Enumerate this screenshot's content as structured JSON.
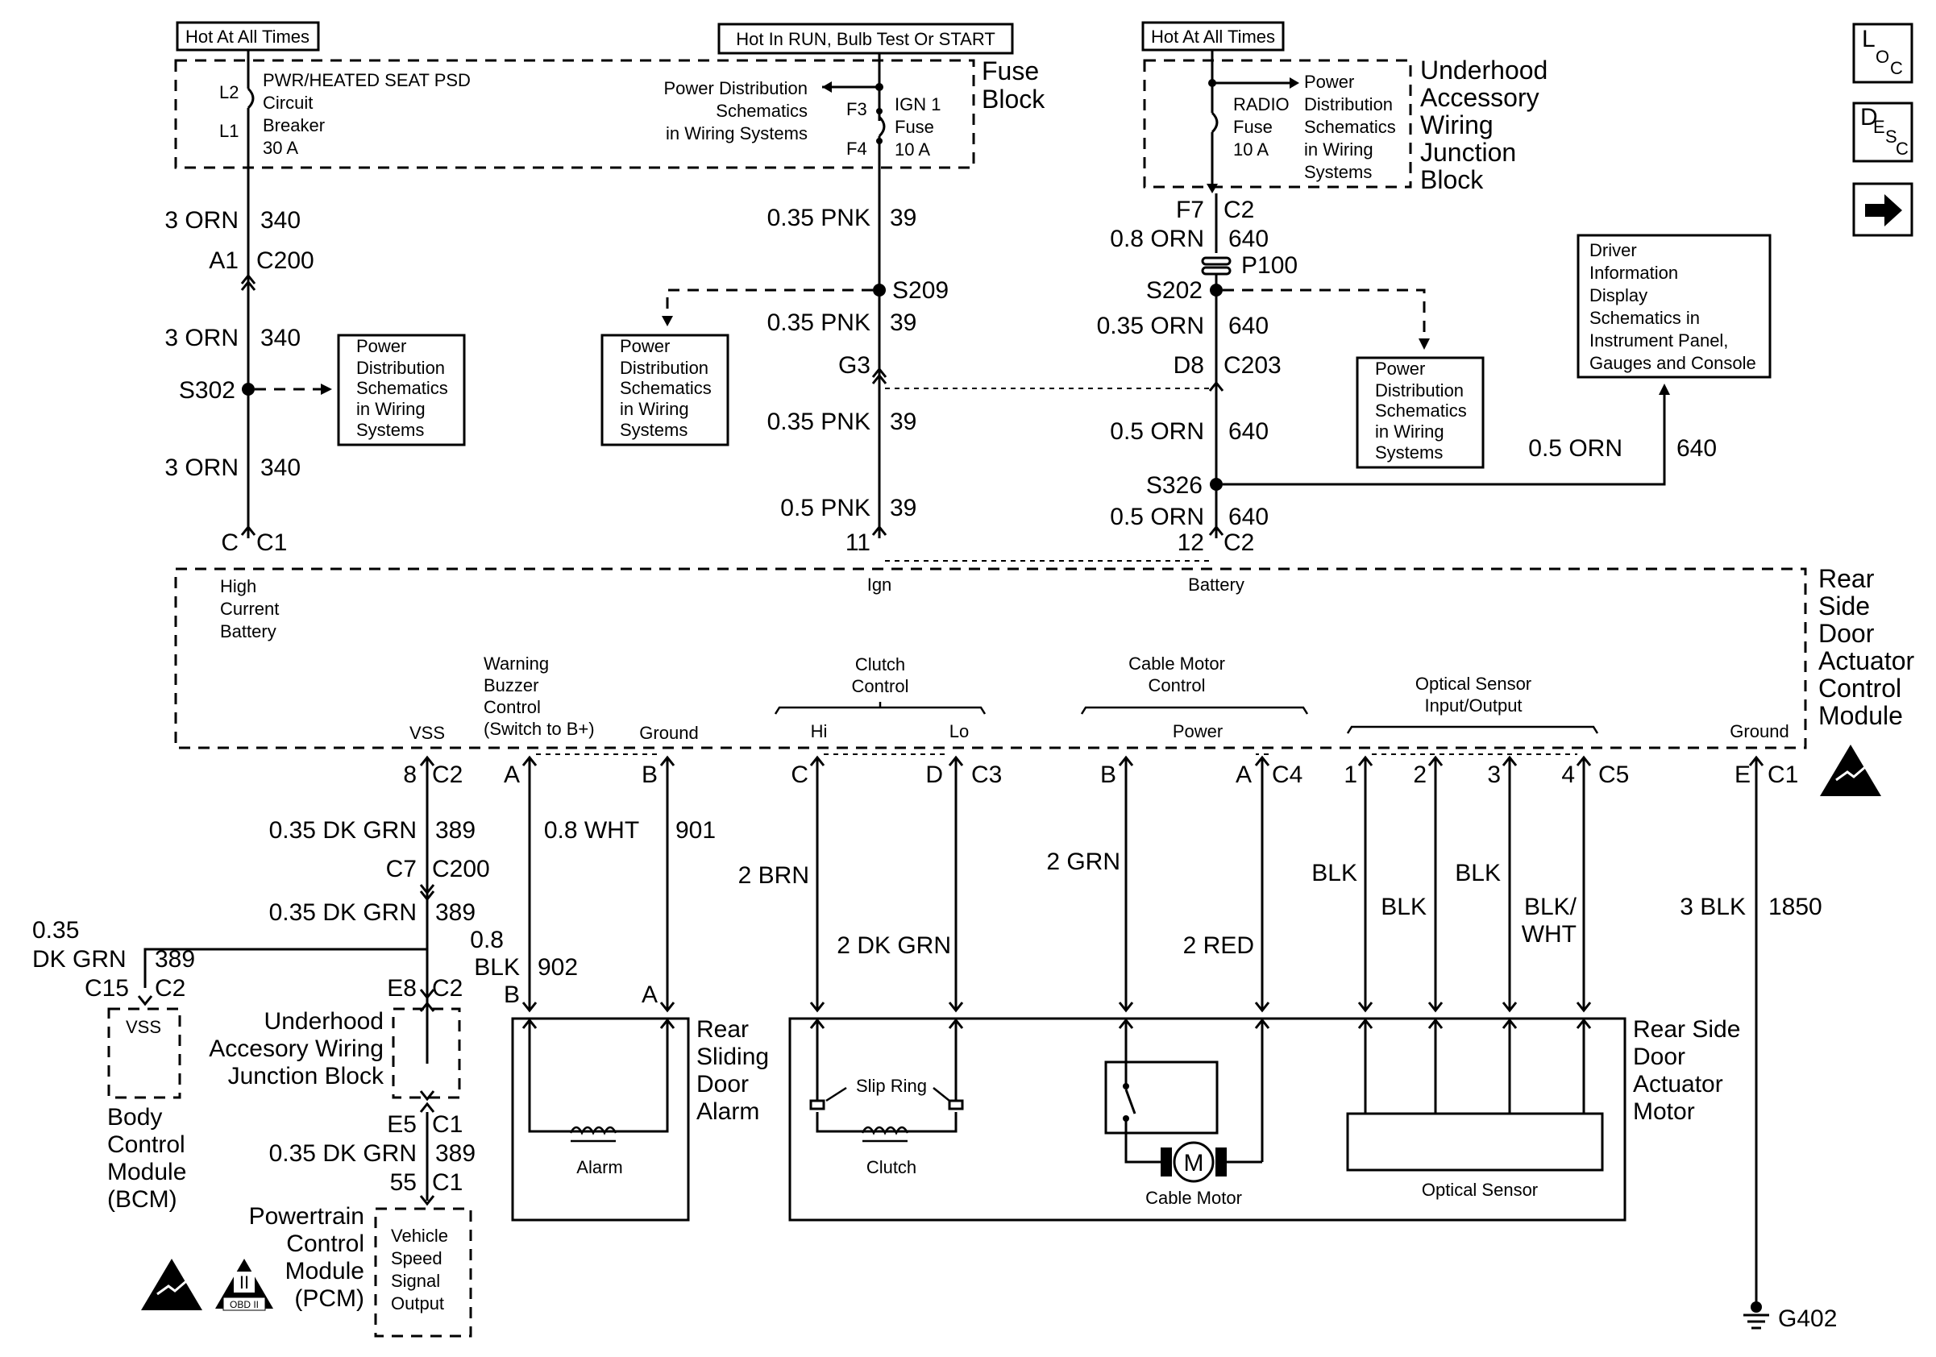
{
  "top_labels": {
    "hot_left": "Hot At All Times",
    "hot_mid": "Hot In RUN, Bulb Test Or START",
    "hot_right": "Hot At All Times"
  },
  "fuse_block": {
    "title_1": "Fuse",
    "title_2": "Block",
    "cb_l2": "L2",
    "cb_l1": "L1",
    "cb_text": [
      "PWR/HEATED SEAT PSD",
      "Circuit",
      "Breaker",
      "30 A"
    ],
    "ign_f3": "F3",
    "ign_f4": "F4",
    "ign_text": [
      "IGN 1",
      "Fuse",
      "10 A"
    ],
    "ref_text": [
      "Power Distribution",
      "Schematics",
      "in Wiring Systems"
    ]
  },
  "underhood_block": {
    "title": [
      "Underhood",
      "Accessory",
      "Wiring",
      "Junction",
      "Block"
    ],
    "fuse_text": [
      "RADIO",
      "Fuse",
      "10 A"
    ],
    "ref_text": [
      "Power",
      "Distribution",
      "Schematics",
      "in Wiring",
      "Systems"
    ]
  },
  "left_column": {
    "w1_gauge": "3 ORN",
    "w1_circ": "340",
    "c200_pin": "A1",
    "c200": "C200",
    "w2_gauge": "3 ORN",
    "w2_circ": "340",
    "splice": "S302",
    "w3_gauge": "3 ORN",
    "w3_circ": "340",
    "pin": "C",
    "conn": "C1",
    "ref_text": [
      "Power",
      "Distribution",
      "Schematics",
      "in Wiring",
      "Systems"
    ]
  },
  "mid_column": {
    "w1_gauge": "0.35 PNK",
    "w1_circ": "39",
    "splice": "S209",
    "w2_gauge": "0.35 PNK",
    "w2_circ": "39",
    "g3": "G3",
    "w3_gauge": "0.35 PNK",
    "w3_circ": "39",
    "w4_gauge": "0.5 PNK",
    "w4_circ": "39",
    "pin": "11",
    "ref_text": [
      "Power",
      "Distribution",
      "Schematics",
      "in Wiring",
      "Systems"
    ]
  },
  "right_column": {
    "f7": "F7",
    "c2": "C2",
    "w1_gauge": "0.8 ORN",
    "w1_circ": "640",
    "p100": "P100",
    "splice1": "S202",
    "w2_gauge": "0.35 ORN",
    "w2_circ": "640",
    "d8": "D8",
    "c203": "C203",
    "w3_gauge": "0.5 ORN",
    "w3_circ": "640",
    "splice2": "S326",
    "w4_gauge": "0.5 ORN",
    "w4_circ": "640",
    "pin": "12",
    "conn": "C2",
    "ref_text": [
      "Power",
      "Distribution",
      "Schematics",
      "in Wiring",
      "Systems"
    ],
    "dic_text": [
      "Driver",
      "Information",
      "Display",
      "Schematics in",
      "Instrument Panel,",
      "Gauges and Console"
    ],
    "w5_gauge": "0.5 ORN",
    "w5_circ": "640"
  },
  "module": {
    "title": [
      "Rear",
      "Side",
      "Door",
      "Actuator",
      "Control",
      "Module"
    ],
    "high_current": [
      "High",
      "Current",
      "Battery"
    ],
    "ign": "Ign",
    "battery": "Battery",
    "warning": [
      "Warning",
      "Buzzer",
      "Control",
      "(Switch to B+)"
    ],
    "vss": "VSS",
    "ground1": "Ground",
    "clutch": [
      "Clutch",
      "Control"
    ],
    "hi": "Hi",
    "lo": "Lo",
    "cable": [
      "Cable Motor",
      "Control"
    ],
    "power": "Power",
    "optical": [
      "Optical Sensor",
      "Input/Output"
    ],
    "ground2": "Ground"
  },
  "pins": {
    "p8": "8",
    "c2a": "C2",
    "pA": "A",
    "pB": "B",
    "pC": "C",
    "pD": "D",
    "c3": "C3",
    "pB2": "B",
    "pA2": "A",
    "c4": "C4",
    "p1": "1",
    "p2": "2",
    "p3": "3",
    "p4": "4",
    "c5": "C5",
    "pE": "E",
    "c1": "C1"
  },
  "lower_wires": {
    "vss_gauge": "0.35 DK GRN",
    "vss_circ": "389",
    "c7": "C7",
    "c200": "C200",
    "vss2_gauge": "0.35 DK GRN",
    "vss2_circ": "389",
    "bcm_g1": "0.35",
    "bcm_g2": "DK GRN",
    "bcm_circ": "389",
    "c15": "C15",
    "c2": "C2",
    "e8": "E8",
    "c2b": "C2",
    "e5": "E5",
    "c1": "C1",
    "vss3_gauge": "0.35 DK GRN",
    "vss3_circ": "389",
    "p55": "55",
    "c1b": "C1",
    "wht_gauge": "0.8 WHT",
    "wht_circ": "901",
    "blk_g1": "0.8",
    "blk_g2": "BLK",
    "blk_circ": "902",
    "alarm_b": "B",
    "alarm_a": "A",
    "brn": "2 BRN",
    "dkgrn": "2 DK GRN",
    "grn": "2 GRN",
    "red": "2 RED",
    "blk1": "BLK",
    "blk2": "BLK",
    "blk3": "BLK",
    "blkwht1": "BLK/",
    "blkwht2": "WHT",
    "gnd_gauge": "3 BLK",
    "gnd_circ": "1850",
    "g402": "G402"
  },
  "components": {
    "bcm_vss": "VSS",
    "bcm": [
      "Body",
      "Control",
      "Module",
      "(BCM)"
    ],
    "uh_block": [
      "Underhood",
      "Accesory Wiring",
      "Junction Block"
    ],
    "pcm": [
      "Powertrain",
      "Control",
      "Module",
      "(PCM)"
    ],
    "pcm_vss": [
      "Vehicle",
      "Speed",
      "Signal",
      "Output"
    ],
    "alarm_title": [
      "Rear",
      "Sliding",
      "Door",
      "Alarm"
    ],
    "alarm": "Alarm",
    "slip_ring": "Slip Ring",
    "clutch": "Clutch",
    "cable_motor": "Cable Motor",
    "motor_m": "M",
    "optical_sensor": "Optical Sensor",
    "actuator_motor": [
      "Rear Side",
      "Door",
      "Actuator",
      "Motor"
    ],
    "obd": "OBD II",
    "obd_num": "II"
  },
  "nav": {
    "loc_l": "L",
    "loc_o": "O",
    "loc_c": "C",
    "desc_d": "D",
    "desc_e": "E",
    "desc_s": "S",
    "desc_c": "C"
  }
}
